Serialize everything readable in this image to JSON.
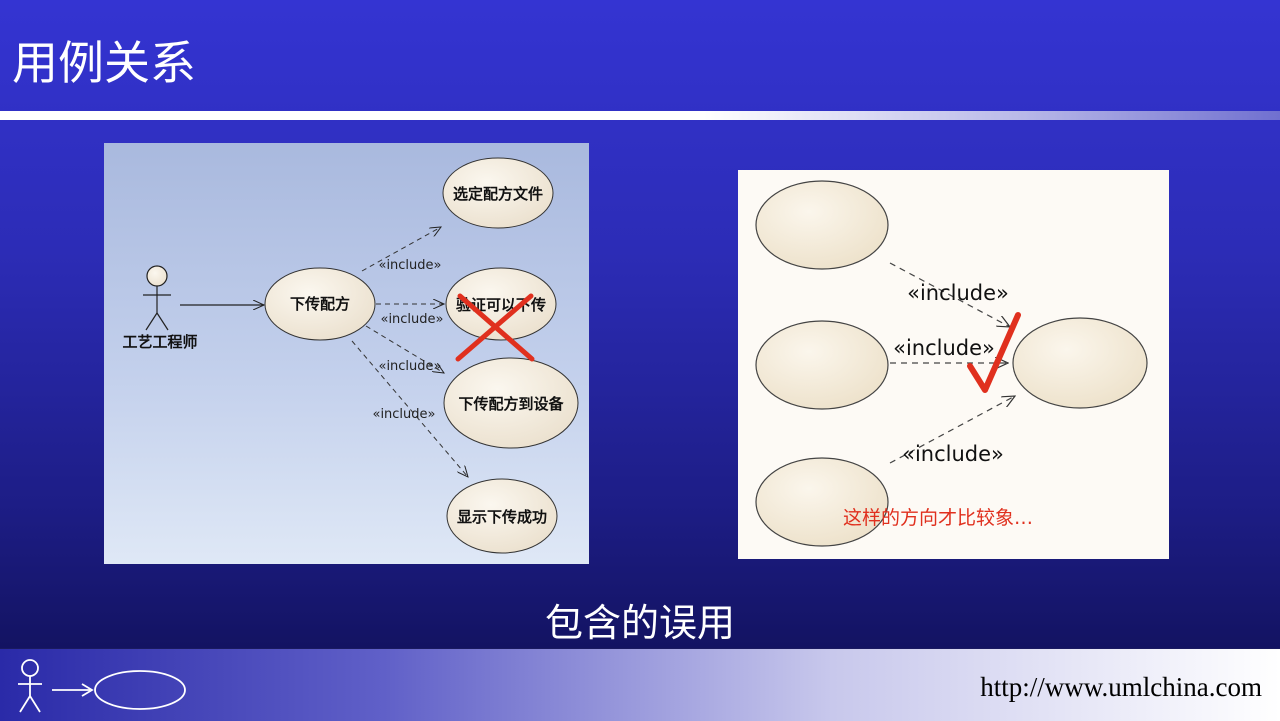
{
  "slide": {
    "title": "用例关系",
    "caption": "包含的误用",
    "footer_url": "http://www.umlchina.com"
  },
  "left_diagram": {
    "actor": "工艺工程师",
    "base_use_case": "下传配方",
    "included_use_cases": [
      "选定配方文件",
      "验证可以下传",
      "下传配方到设备",
      "显示下传成功"
    ],
    "relation_label": "«include»"
  },
  "right_diagram": {
    "relation_label": "«include»",
    "note": "这样的方向才比较象…"
  },
  "colors": {
    "mark_wrong": "#e0301e",
    "mark_right": "#e0301e",
    "use_case_fill": "#f6eee1",
    "slide_blue": "#3434d2"
  }
}
